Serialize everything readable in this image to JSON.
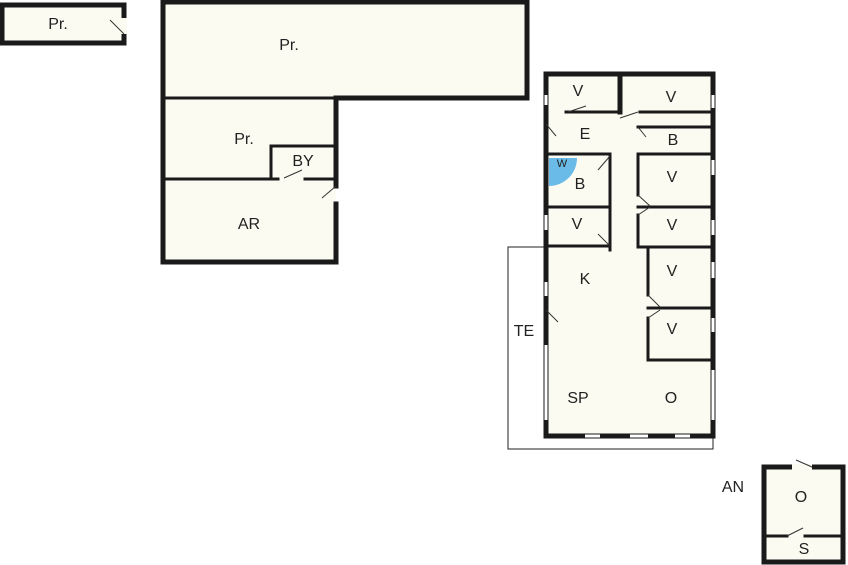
{
  "labels": {
    "pr_small": "Pr.",
    "pr_top": "Pr.",
    "pr_mid": "Pr.",
    "by": "BY",
    "ar": "AR",
    "v1": "V",
    "v2": "V",
    "e": "E",
    "b1": "B",
    "w": "W",
    "b2": "B",
    "v3": "V",
    "v4": "V",
    "v5": "V",
    "v6": "V",
    "v7": "V",
    "k": "K",
    "te": "TE",
    "sp": "SP",
    "o_main": "O",
    "an": "AN",
    "o_small": "O",
    "s": "S"
  },
  "colors": {
    "floor": "#fbfbf1",
    "wall": "#1a1a1a",
    "wc_highlight": "#5ab4e6"
  }
}
